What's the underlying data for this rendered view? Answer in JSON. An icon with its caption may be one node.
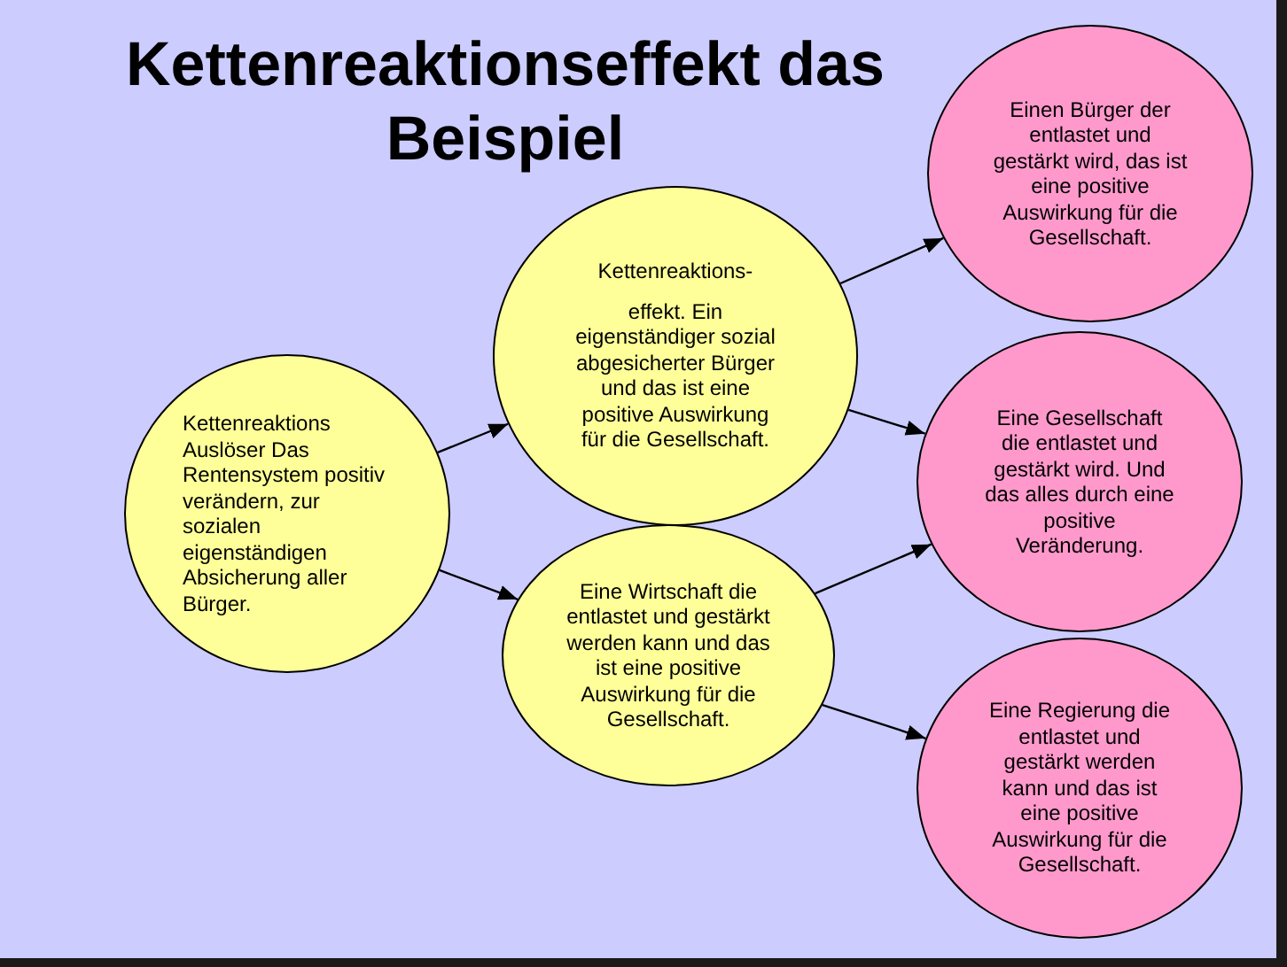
{
  "diagram": {
    "title": "Kettenreaktionseffekt das Beispiel",
    "nodes": [
      {
        "text": [
          "Kettenreaktions Auslöser Das Rentensystem positiv verändern, zur sozialen eigenständigen Absicherung aller Bürger."
        ]
      },
      {
        "text": [
          "Kettenreaktions-",
          "effekt. Ein eigenständiger sozial abgesicherter Bürger und das ist eine positive Auswirkung für die Gesellschaft."
        ]
      },
      {
        "text": [
          "Eine Wirtschaft die entlastet und gestärkt werden kann und das ist eine positive Auswirkung für die Gesellschaft."
        ]
      },
      {
        "text": [
          "Einen Bürger der entlastet und gestärkt wird, das ist eine positive Auswirkung für die Gesellschaft."
        ]
      },
      {
        "text": [
          "Eine Gesellschaft die entlastet und gestärkt wird. Und das alles durch eine positive Veränderung."
        ]
      },
      {
        "text": [
          "Eine Regierung die entlastet und gestärkt werden kann und das ist eine positive Auswirkung für die Gesellschaft."
        ]
      }
    ],
    "edges": [
      {
        "from": 0,
        "to": 1,
        "arrow": "to"
      },
      {
        "from": 0,
        "to": 2,
        "arrow": "to"
      },
      {
        "from": 1,
        "to": 3,
        "arrow": "to"
      },
      {
        "from": 1,
        "to": 4,
        "arrow": "to"
      },
      {
        "from": 2,
        "to": 4,
        "arrow": "to"
      },
      {
        "from": 2,
        "to": 5,
        "arrow": "to"
      }
    ]
  }
}
